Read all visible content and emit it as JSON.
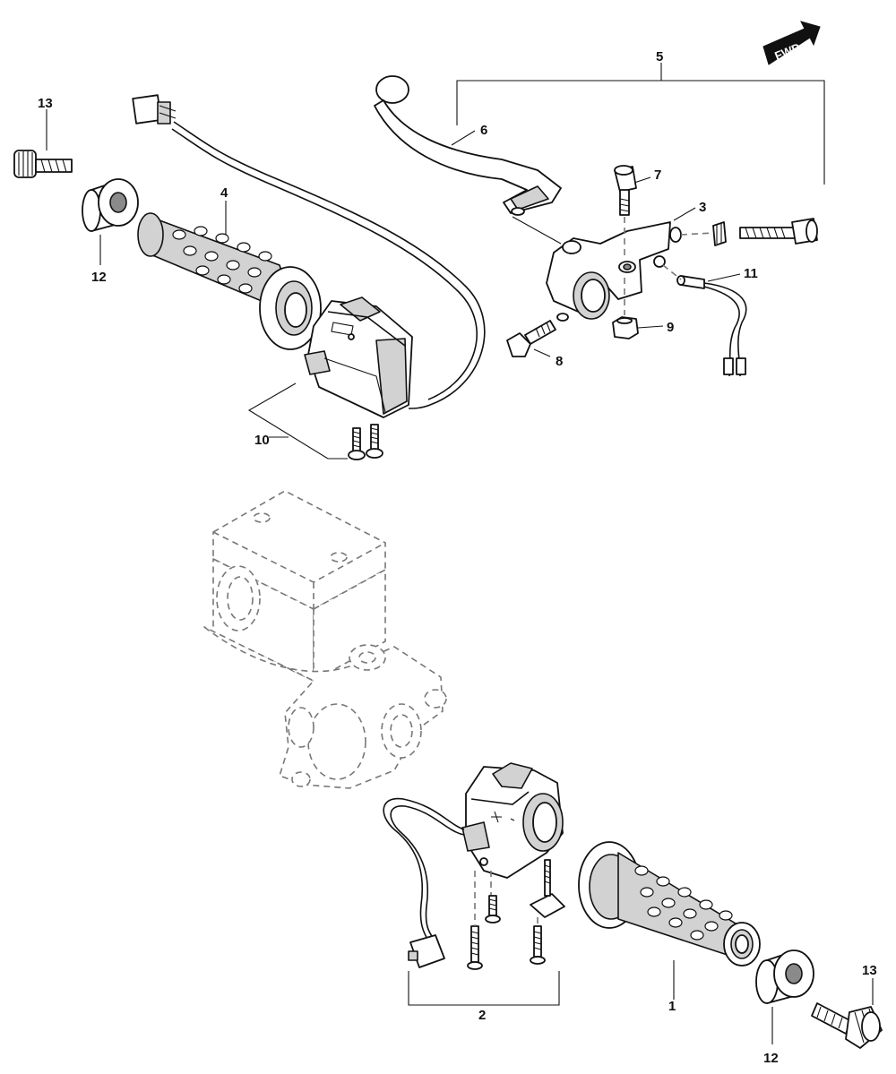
{
  "fwd_label": "FWD",
  "callouts": {
    "p1": "1",
    "p2": "2",
    "p3": "3",
    "p4": "4",
    "p5": "5",
    "p6": "6",
    "p7": "7",
    "p8": "8",
    "p9": "9",
    "p10": "10",
    "p11": "11",
    "p12_top": "12",
    "p12_bottom": "12",
    "p13_top": "13",
    "p13_bottom": "13"
  }
}
